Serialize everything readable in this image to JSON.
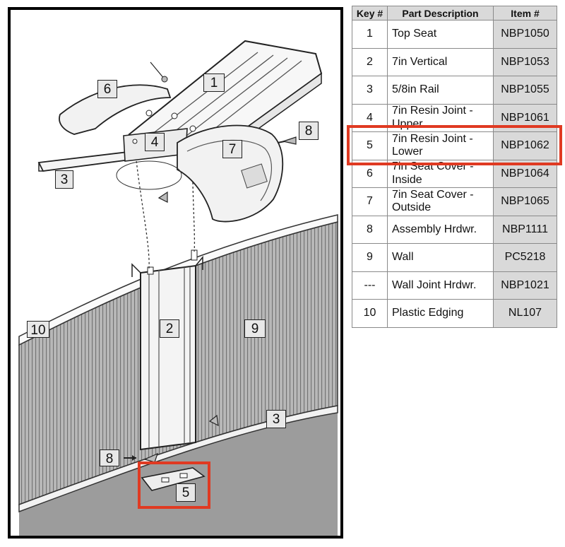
{
  "diagram": {
    "callouts": {
      "c1": "1",
      "c2": "2",
      "c3_top": "3",
      "c3_bottom": "3",
      "c4": "4",
      "c5": "5",
      "c6": "6",
      "c7": "7",
      "c8_top": "8",
      "c8_bottom": "8",
      "c9": "9",
      "c10": "10"
    },
    "highlight_color": "#e03a22"
  },
  "parts_table": {
    "headers": {
      "key": "Key #",
      "desc": "Part Description",
      "item": "Item #"
    },
    "rows": [
      {
        "key": "1",
        "desc": "Top Seat",
        "item": "NBP1050"
      },
      {
        "key": "2",
        "desc": "7in Vertical",
        "item": "NBP1053"
      },
      {
        "key": "3",
        "desc": "5/8in Rail",
        "item": "NBP1055"
      },
      {
        "key": "4",
        "desc": "7in Resin Joint - Upper",
        "item": "NBP1061"
      },
      {
        "key": "5",
        "desc": "7in Resin Joint - Lower",
        "item": "NBP1062"
      },
      {
        "key": "6",
        "desc": "7in Seat Cover - Inside",
        "item": "NBP1064"
      },
      {
        "key": "7",
        "desc": "7in Seat Cover - Outside",
        "item": "NBP1065"
      },
      {
        "key": "8",
        "desc": "Assembly Hrdwr.",
        "item": "NBP1111"
      },
      {
        "key": "9",
        "desc": "Wall",
        "item": "PC5218"
      },
      {
        "key": "---",
        "desc": "Wall Joint Hrdwr.",
        "item": "NBP1021"
      },
      {
        "key": "10",
        "desc": "Plastic Edging",
        "item": "NL107"
      }
    ],
    "highlighted_key": "5"
  }
}
